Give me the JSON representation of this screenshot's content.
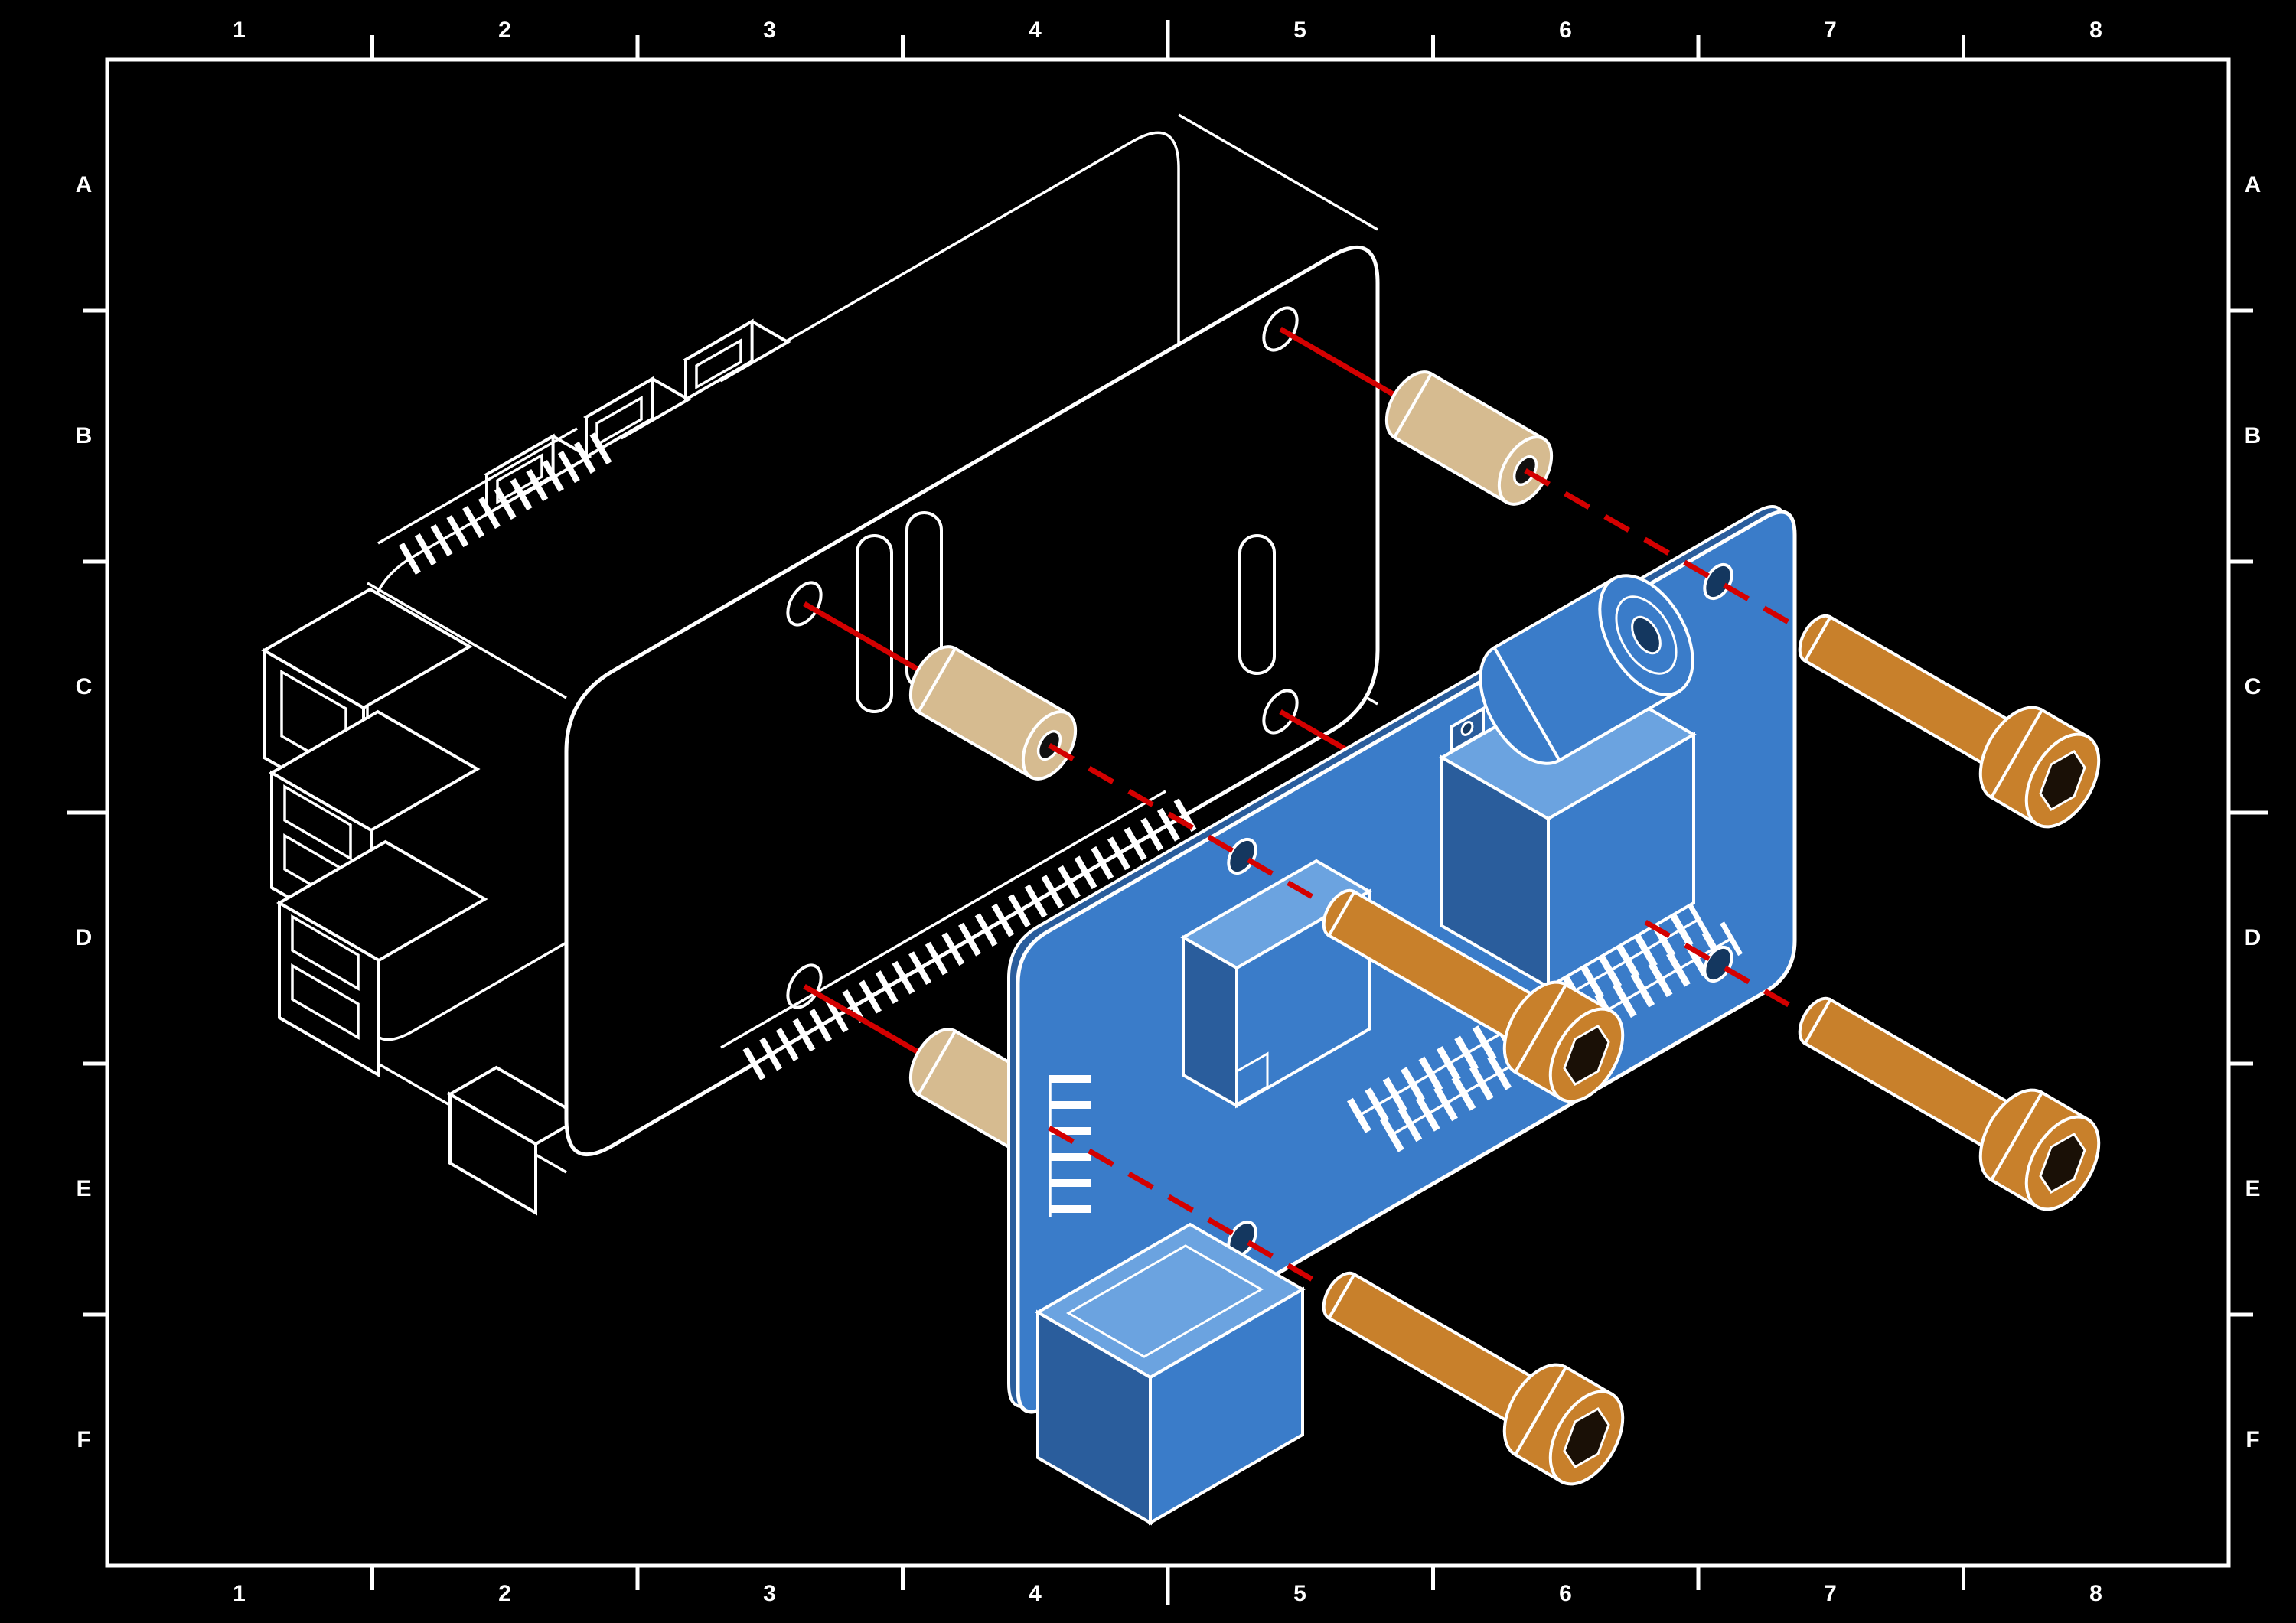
{
  "sheet": {
    "columns": [
      "1",
      "2",
      "3",
      "4",
      "5",
      "6",
      "7",
      "8"
    ],
    "rows": [
      "A",
      "B",
      "C",
      "D",
      "E",
      "F"
    ]
  },
  "colors": {
    "background": "#000000",
    "line": "#ffffff",
    "board": "#3a7cc9",
    "board_light": "#6ba3e0",
    "board_shade": "#2a5d9c",
    "standoff": "#d6bb90",
    "screw": "#c8802b",
    "centerline": "#d40000"
  },
  "parts": {
    "case": "single-board-computer",
    "board": "expansion-hat-board",
    "standoff_visible_count": 3,
    "screw_count": 4
  }
}
